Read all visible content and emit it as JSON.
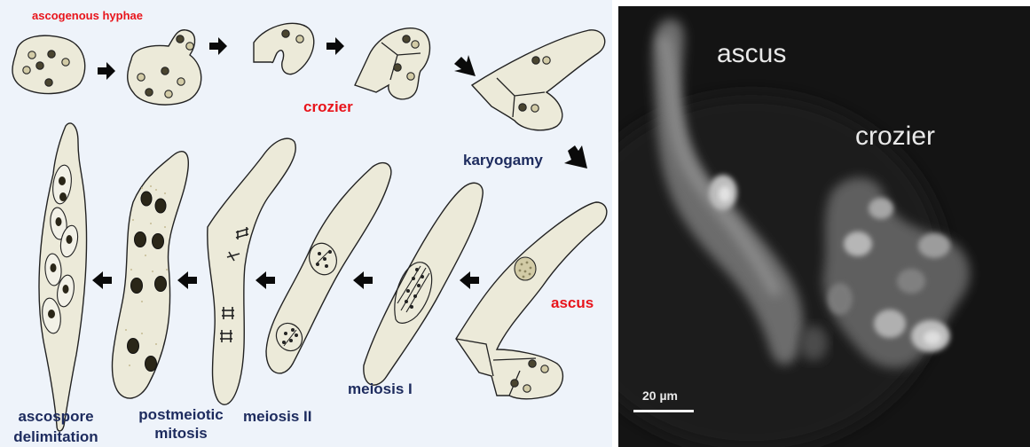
{
  "diagram": {
    "labels": {
      "ascogenous_hyphae": "ascogenous hyphae",
      "crozier": "crozier",
      "karyogamy": "karyogamy",
      "ascus": "ascus",
      "meiosis_1": "meiosis I",
      "meiosis_2": "meiosis II",
      "postmeiotic_mitosis_line1": "postmeiotic",
      "postmeiotic_mitosis_line2": "mitosis",
      "ascospore_delimitation_line1": "ascospore",
      "ascospore_delimitation_line2": "delimitation"
    },
    "colors": {
      "background": "#eef3fa",
      "cell_fill": "#ecead9",
      "outline": "#222222",
      "nucleus_dark": "#4a4530",
      "nucleus_light": "#d2cba6",
      "label_red": "#e8141b",
      "label_navy": "#1d2b5e"
    }
  },
  "micrograph": {
    "labels": {
      "ascus": "ascus",
      "crozier": "crozier"
    },
    "scale_bar_label": "20 µm"
  }
}
